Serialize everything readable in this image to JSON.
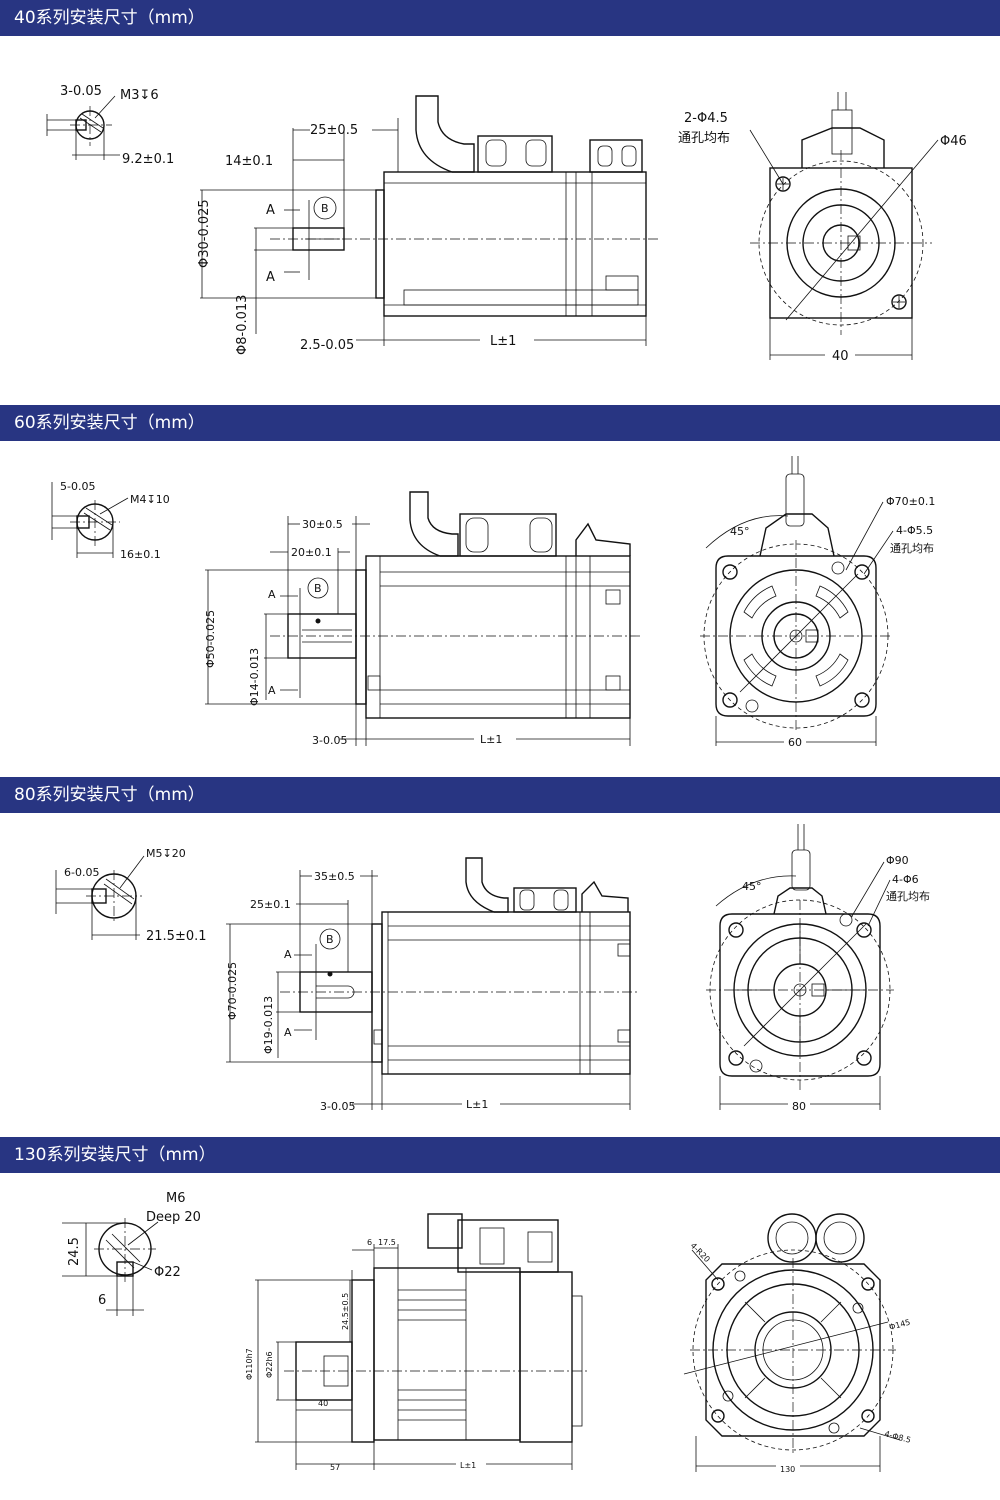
{
  "sections": [
    {
      "title": "40系列安装尺寸（mm）",
      "labels": {
        "key_w": "3-0.05",
        "thread": "M3↧6",
        "key_h": "9.2±0.1",
        "len_25": "25±0.5",
        "len_14": "14±0.1",
        "sec_a1": "A",
        "sec_a2": "A",
        "datum": "B",
        "spigot": "Φ30-0.025",
        "shaft": "Φ8-0.013",
        "flange": "2.5-0.05",
        "length": "L±1",
        "holes": "2-Φ4.5",
        "holes_note": "通孔均布",
        "pcd": "Φ46",
        "square": "40"
      }
    },
    {
      "title": "60系列安装尺寸（mm）",
      "labels": {
        "key_w": "5-0.05",
        "thread": "M4↧10",
        "key_h": "16±0.1",
        "len_30": "30±0.5",
        "len_20": "20±0.1",
        "sec_a1": "A",
        "sec_a2": "A",
        "datum": "B",
        "spigot": "Φ50-0.025",
        "shaft": "Φ14-0.013",
        "flange": "3-0.05",
        "length": "L±1",
        "angle": "45°",
        "pcd": "Φ70±0.1",
        "holes": "4-Φ5.5",
        "holes_note": "通孔均布",
        "square": "60"
      }
    },
    {
      "title": "80系列安装尺寸（mm）",
      "labels": {
        "key_w": "6-0.05",
        "thread": "M5↧20",
        "key_h": "21.5±0.1",
        "len_35": "35±0.5",
        "len_25": "25±0.1",
        "sec_a1": "A",
        "sec_a2": "A",
        "datum": "B",
        "spigot": "Φ70-0.025",
        "shaft": "Φ19-0.013",
        "flange": "3-0.05",
        "length": "L±1",
        "angle": "45°",
        "pcd": "Φ90",
        "holes": "4-Φ6",
        "holes_note": "通孔均布",
        "square": "80"
      }
    },
    {
      "title": "130系列安装尺寸（mm）",
      "labels": {
        "thread": "M6",
        "thread_depth": "Deep 20",
        "key_h": "24.5",
        "shaft_dia": "Φ22",
        "key_w": "6",
        "d6": "6",
        "d175": "17.5",
        "d245": "24.5±0.5",
        "spigot": "Φ110h7",
        "shaft": "Φ22h6",
        "d40": "40",
        "d57": "57",
        "length": "L±1",
        "radius": "4-R20",
        "pcd": "Φ145",
        "holes": "4-Φ8.5",
        "square": "130"
      }
    }
  ]
}
